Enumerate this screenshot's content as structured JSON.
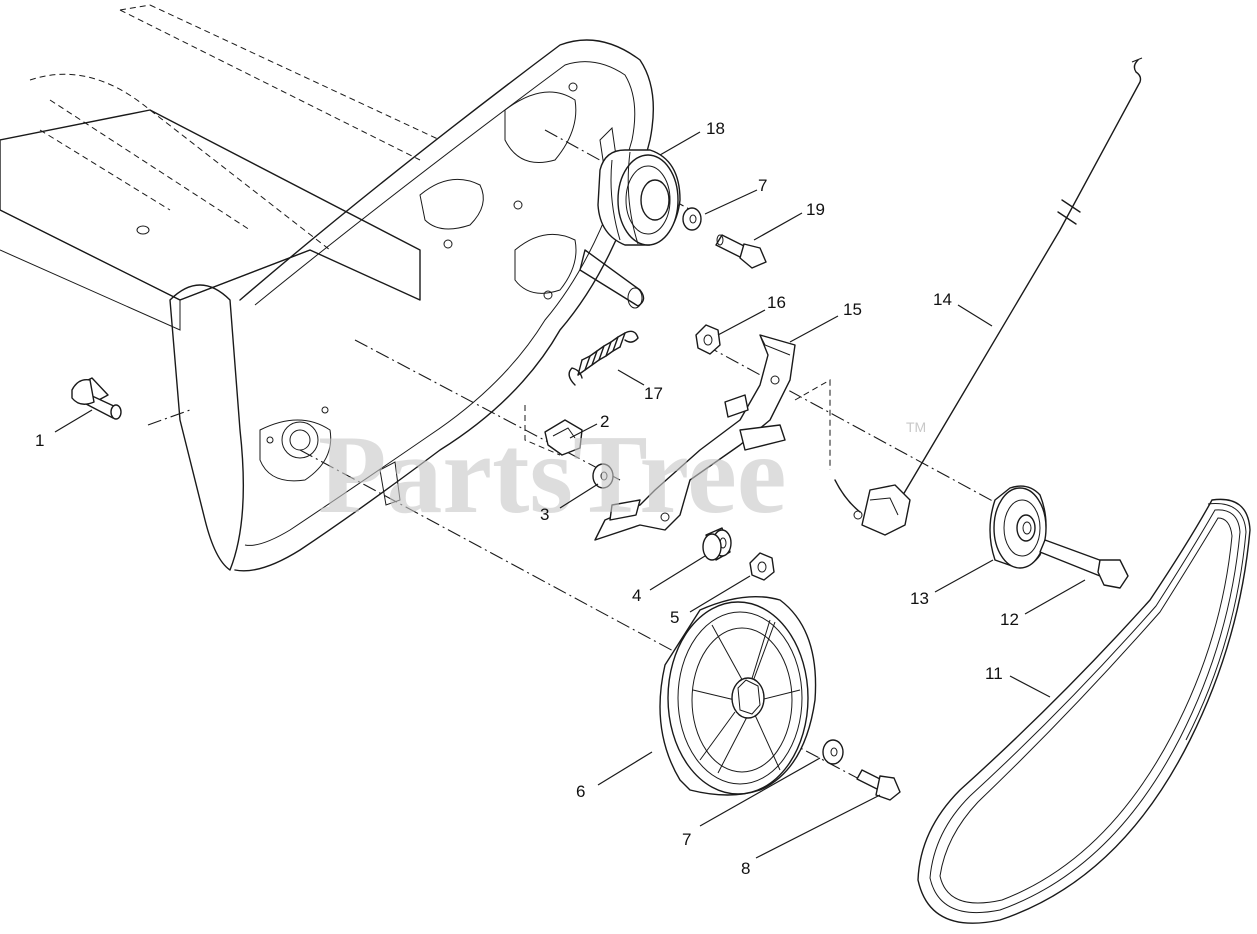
{
  "watermark": {
    "text": "PartsTree",
    "mark": "TM",
    "color": "#c8c8c8"
  },
  "callouts": [
    {
      "id": "1",
      "label": "1"
    },
    {
      "id": "2",
      "label": "2"
    },
    {
      "id": "3",
      "label": "3"
    },
    {
      "id": "4",
      "label": "4"
    },
    {
      "id": "5",
      "label": "5"
    },
    {
      "id": "6",
      "label": "6"
    },
    {
      "id": "7a",
      "label": "7"
    },
    {
      "id": "7b",
      "label": "7"
    },
    {
      "id": "8",
      "label": "8"
    },
    {
      "id": "11",
      "label": "11"
    },
    {
      "id": "12",
      "label": "12"
    },
    {
      "id": "13",
      "label": "13"
    },
    {
      "id": "14",
      "label": "14"
    },
    {
      "id": "15",
      "label": "15"
    },
    {
      "id": "16",
      "label": "16"
    },
    {
      "id": "17",
      "label": "17"
    },
    {
      "id": "18",
      "label": "18"
    },
    {
      "id": "19",
      "label": "19"
    }
  ]
}
